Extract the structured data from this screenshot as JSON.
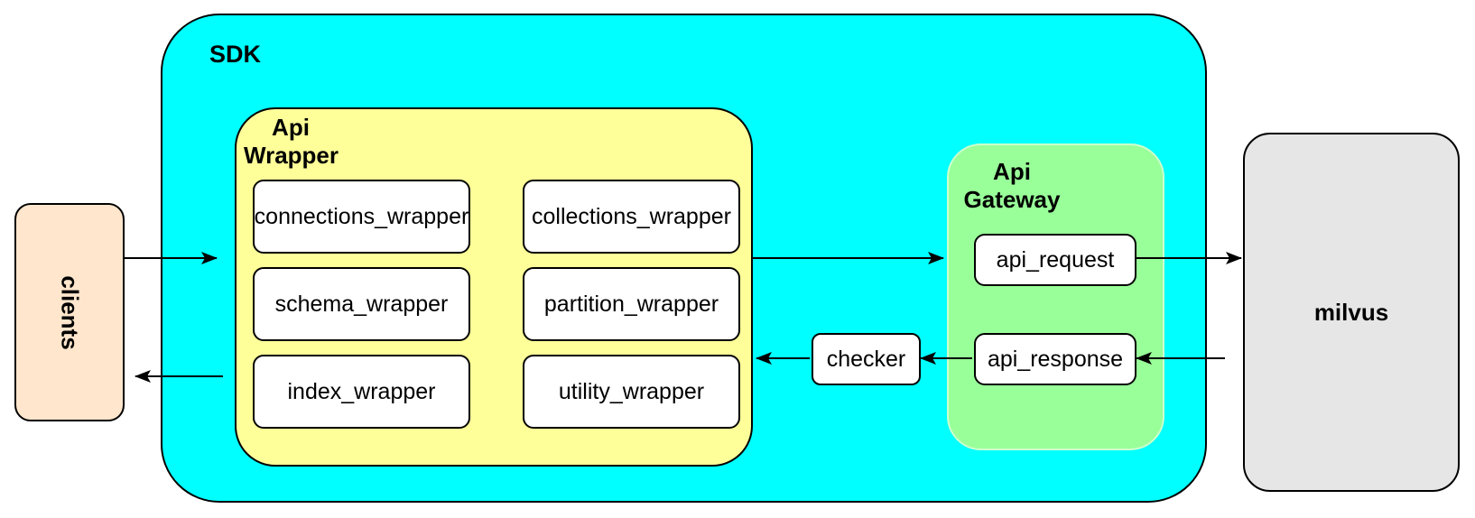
{
  "diagram": {
    "clients": {
      "label": "clients"
    },
    "sdk": {
      "label": "SDK"
    },
    "api_wrapper": {
      "label": "Api\nWrapper",
      "boxes": [
        {
          "label": "connections_wrapper"
        },
        {
          "label": "collections_wrapper"
        },
        {
          "label": "schema_wrapper"
        },
        {
          "label": "partition_wrapper"
        },
        {
          "label": "index_wrapper"
        },
        {
          "label": "utility_wrapper"
        }
      ]
    },
    "checker": {
      "label": "checker"
    },
    "api_gateway": {
      "label": "Api\nGateway",
      "boxes": [
        {
          "label": "api_request"
        },
        {
          "label": "api_response"
        }
      ]
    },
    "milvus": {
      "label": "milvus"
    },
    "edges": [
      {
        "from": "clients",
        "to": "sdk"
      },
      {
        "from": "sdk",
        "to": "clients"
      },
      {
        "from": "api_wrapper",
        "to": "api_request"
      },
      {
        "from": "api_request",
        "to": "milvus"
      },
      {
        "from": "milvus",
        "to": "api_response"
      },
      {
        "from": "api_response",
        "to": "checker"
      },
      {
        "from": "checker",
        "to": "api_wrapper"
      }
    ],
    "colors": {
      "sdk_fill": "#00FFFF",
      "api_wrapper_fill": "#FFFF99",
      "api_gateway_fill": "#99FF99",
      "clients_fill": "#FFE6CC",
      "milvus_fill": "#E6E6E6",
      "node_fill": "#FFFFFF",
      "stroke": "#000000"
    }
  }
}
